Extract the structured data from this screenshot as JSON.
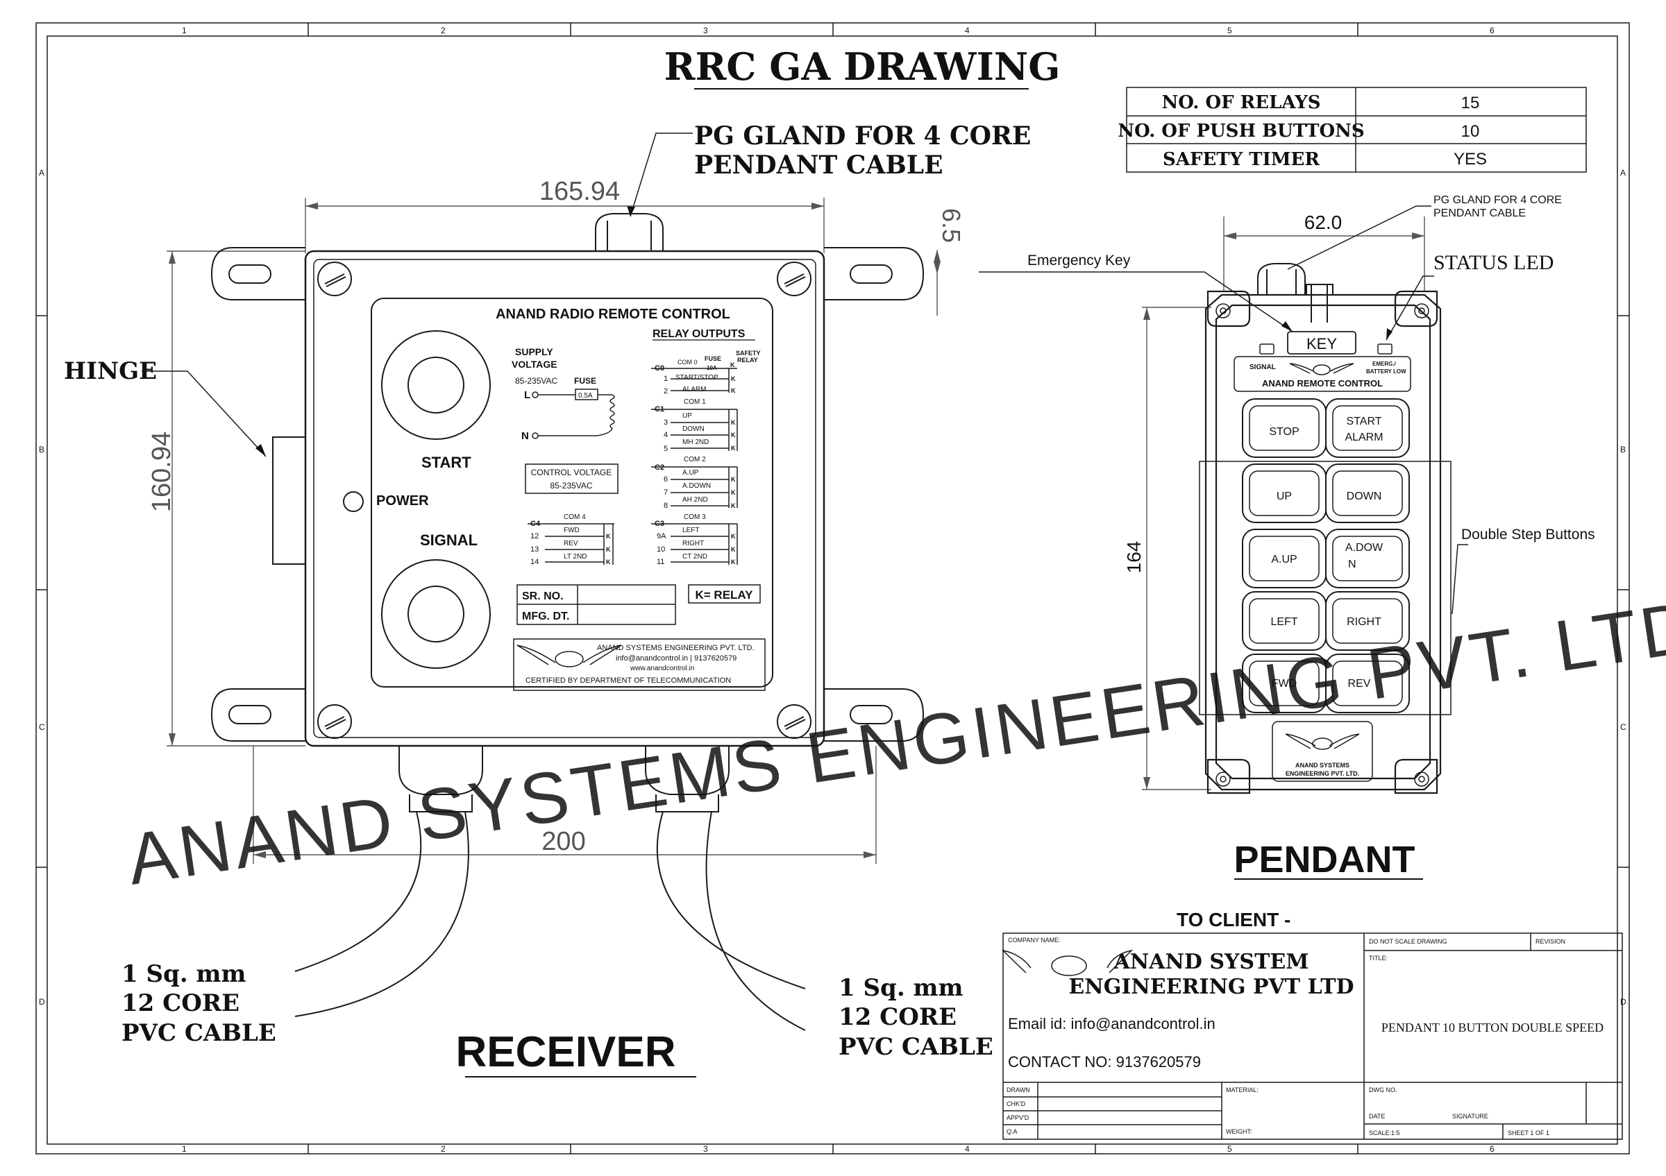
{
  "title": "RRC GA DRAWING",
  "border": {
    "columns": [
      "1",
      "2",
      "3",
      "4",
      "5",
      "6"
    ],
    "rows": [
      "A",
      "B",
      "C",
      "D"
    ]
  },
  "spec_table": {
    "rows": [
      {
        "label": "NO. OF RELAYS",
        "value": "15"
      },
      {
        "label": "NO. OF PUSH BUTTONS",
        "value": "10"
      },
      {
        "label": "SAFETY TIMER",
        "value": "YES"
      }
    ]
  },
  "receiver": {
    "title": "RECEIVER",
    "gland_callout": [
      "PG GLAND FOR 4 CORE",
      "PENDANT CABLE"
    ],
    "hinge": "HINGE",
    "dims": {
      "width_top": "165.94",
      "height": "160.94",
      "width_bottom": "200",
      "gland_height": "6.5"
    },
    "cable_left": [
      "1 Sq. mm",
      "12 CORE",
      "PVC CABLE"
    ],
    "cable_right": [
      "1 Sq. mm",
      "12 CORE",
      "PVC CABLE"
    ],
    "labels": {
      "start": "START",
      "power": "POWER",
      "signal": "SIGNAL"
    },
    "panel": {
      "heading": "ANAND RADIO REMOTE CONTROL",
      "supply_voltage": [
        "SUPPLY",
        "VOLTAGE"
      ],
      "supply_range": "85-235VAC",
      "fuse_label": "FUSE",
      "fuse_value": "0.5A",
      "line": "L",
      "neutral": "N",
      "control_voltage": [
        "CONTROL VOLTAGE",
        "85-235VAC"
      ],
      "relay_outputs": "RELAY OUTPUTS",
      "safety_relay": [
        "SAFETY",
        "RELAY"
      ],
      "com0": "COM 0",
      "fuse_10a": [
        "FUSE",
        "10A"
      ],
      "relay_k": "K",
      "group_right": [
        {
          "com": "C0",
          "com_label": "COM 0",
          "rows": [
            {
              "n": "1",
              "name": "START/STOP"
            },
            {
              "n": "2",
              "name": "ALARM"
            }
          ]
        },
        {
          "com": "C1",
          "com_label": "COM 1",
          "rows": [
            {
              "n": "3",
              "name": "UP"
            },
            {
              "n": "4",
              "name": "DOWN"
            },
            {
              "n": "5",
              "name": "MH 2ND"
            }
          ]
        },
        {
          "com": "C2",
          "com_label": "COM 2",
          "rows": [
            {
              "n": "6",
              "name": "A.UP"
            },
            {
              "n": "7",
              "name": "A.DOWN"
            },
            {
              "n": "8",
              "name": "AH 2ND"
            }
          ]
        },
        {
          "com": "C3",
          "com_label": "COM 3",
          "rows": [
            {
              "n": "9A",
              "name": "LEFT"
            },
            {
              "n": "10",
              "name": "RIGHT"
            },
            {
              "n": "11",
              "name": "CT 2ND"
            }
          ]
        }
      ],
      "group_left": {
        "com": "C4",
        "com_label": "COM 4",
        "rows": [
          {
            "n": "12",
            "name": "FWD"
          },
          {
            "n": "13",
            "name": "REV"
          },
          {
            "n": "14",
            "name": "LT 2ND"
          }
        ]
      },
      "sr_no": "SR. NO.",
      "mfg_dt": "MFG. DT.",
      "k_relay": "K= RELAY",
      "company": "ANAND SYSTEMS ENGINEERING PVT. LTD.",
      "contact": "info@anandcontrol.in | 9137620579",
      "web": "www.anandcontrol.in",
      "certified": "CERTIFIED BY DEPARTMENT OF TELECOMMUNICATION"
    }
  },
  "pendant": {
    "title": "PENDANT",
    "gland_callout": [
      "PG GLAND FOR 4 CORE",
      "PENDANT CABLE"
    ],
    "emergency_key": "Emergency Key",
    "status_led": "STATUS LED",
    "double_step": "Double Step Buttons",
    "dims": {
      "width": "62.0",
      "height": "164"
    },
    "key_label": "KEY",
    "signal": "SIGNAL",
    "emerg": [
      "EMERG./",
      "BATTERY LOW"
    ],
    "brand": "ANAND REMOTE CONTROL",
    "logo_text": [
      "ANAND SYSTEMS",
      "ENGINEERING PVT. LTD."
    ],
    "buttons": [
      [
        "STOP"
      ],
      [
        "START",
        "ALARM"
      ],
      [
        "UP"
      ],
      [
        "DOWN"
      ],
      [
        "A.UP"
      ],
      [
        "A.DOW",
        "N"
      ],
      [
        "LEFT"
      ],
      [
        "RIGHT"
      ],
      [
        "FWD"
      ],
      [
        "REV"
      ]
    ]
  },
  "watermark": "ANAND SYSTEMS ENGINEERING PVT. LTD.",
  "title_block": {
    "to_client": "TO CLIENT  -",
    "company_name_lbl": "COMPANY NAME:",
    "company": [
      "ANAND SYSTEM",
      "ENGINEERING PVT LTD"
    ],
    "email": "Email id: info@anandcontrol.in",
    "contact": "CONTACT NO: 9137620579",
    "do_not_scale": "DO NOT SCALE DRAWING",
    "revision": "REVISION",
    "title_lbl": "TITLE:",
    "drawing_title": "PENDANT 10 BUTTON DOUBLE SPEED",
    "drawn": "DRAWN",
    "chkd": "CHK'D",
    "appvd": "APPV'D",
    "qa": "Q.A",
    "material": "MATERIAL:",
    "weight": "WEIGHT:",
    "dwg_no": "DWG NO.",
    "date": "DATE",
    "signature": "SIGNATURE",
    "scale": "SCALE:1:5",
    "sheet": "SHEET 1 OF 1"
  },
  "colors": {
    "line": "#1a1a1a",
    "watermark": "#a8a8a8",
    "dim": "#555555"
  }
}
